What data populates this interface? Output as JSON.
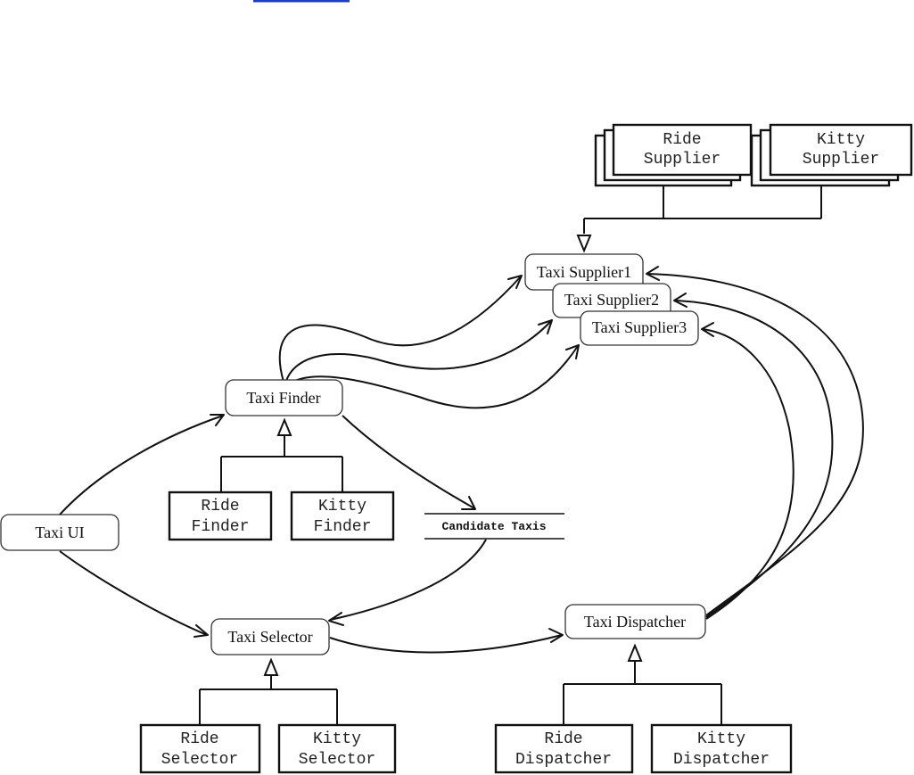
{
  "diagram": {
    "top_link_color": "#1a3ccf",
    "components": {
      "taxi_ui": "Taxi UI",
      "taxi_finder": "Taxi Finder",
      "taxi_selector": "Taxi Selector",
      "taxi_dispatcher": "Taxi Dispatcher",
      "taxi_supplier1": "Taxi Supplier1",
      "taxi_supplier2": "Taxi Supplier2",
      "taxi_supplier3": "Taxi Supplier3"
    },
    "data_store": "Candidate Taxis",
    "implementations": {
      "ride_supplier": [
        "Ride",
        "Supplier"
      ],
      "kitty_supplier": [
        "Kitty",
        "Supplier"
      ],
      "ride_finder": [
        "Ride",
        "Finder"
      ],
      "kitty_finder": [
        "Kitty",
        "Finder"
      ],
      "ride_selector": [
        "Ride",
        "Selector"
      ],
      "kitty_selector": [
        "Kitty",
        "Selector"
      ],
      "ride_dispatcher": [
        "Ride",
        "Dispatcher"
      ],
      "kitty_dispatcher": [
        "Kitty",
        "Dispatcher"
      ]
    }
  }
}
